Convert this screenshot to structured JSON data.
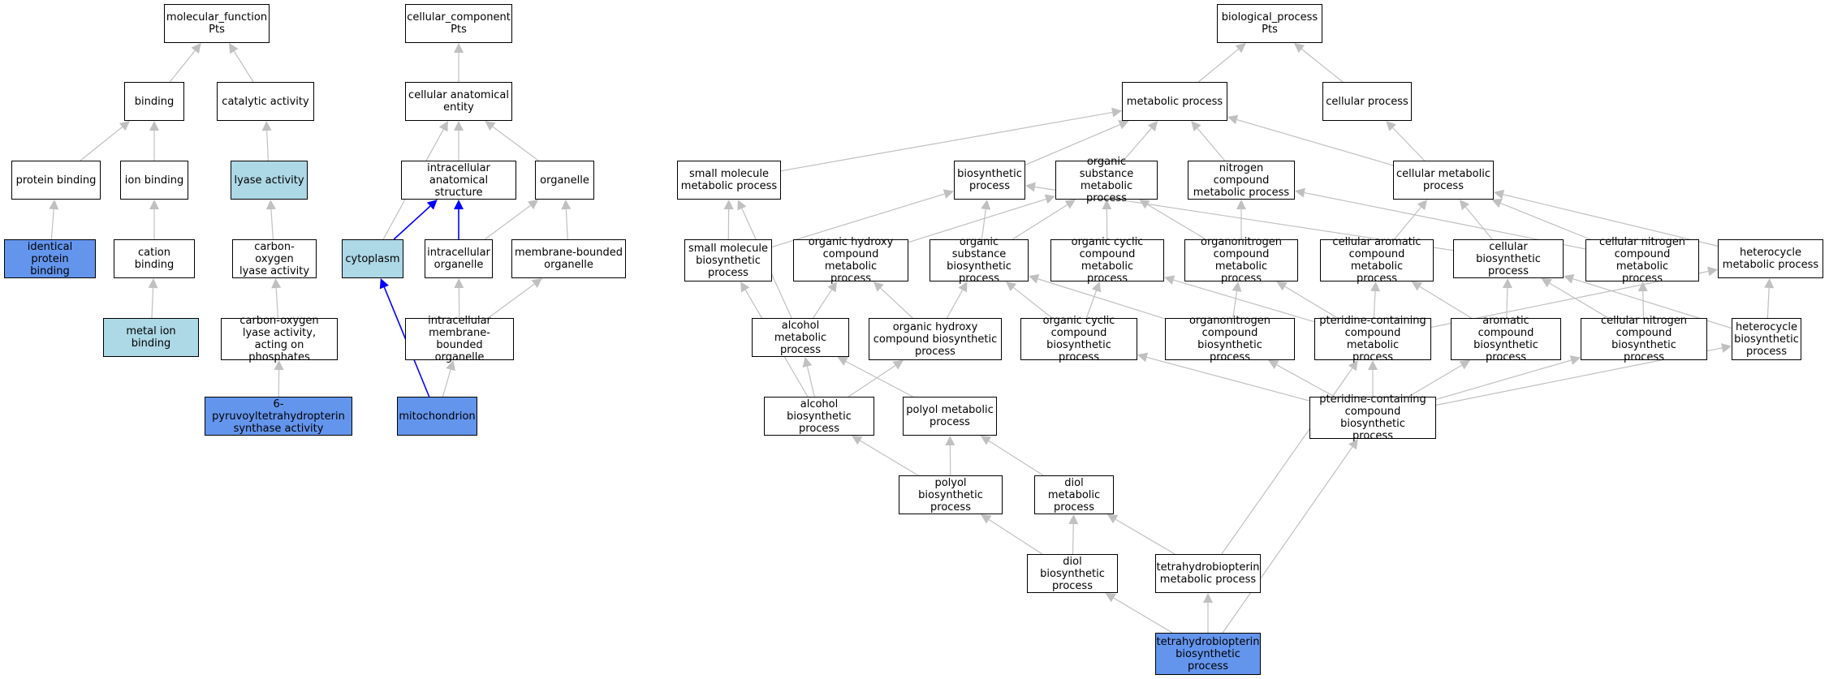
{
  "colors": {
    "node_default": "#ffffff",
    "node_highlight": "#add8e6",
    "node_annotated": "#6495ed",
    "edge_default": "#c0c0c0",
    "edge_highlight": "#0000ff"
  },
  "nodes": [
    {
      "id": "mf",
      "label": "molecular_function\nPts",
      "style": "default"
    },
    {
      "id": "cc",
      "label": "cellular_component\nPts",
      "style": "default"
    },
    {
      "id": "bp",
      "label": "biological_process\nPts",
      "style": "default"
    },
    {
      "id": "binding",
      "label": "binding",
      "style": "default"
    },
    {
      "id": "catalytic",
      "label": "catalytic activity",
      "style": "default"
    },
    {
      "id": "cae",
      "label": "cellular anatomical\nentity",
      "style": "default"
    },
    {
      "id": "metproc",
      "label": "metabolic process",
      "style": "default"
    },
    {
      "id": "cellproc",
      "label": "cellular process",
      "style": "default"
    },
    {
      "id": "protbind",
      "label": "protein binding",
      "style": "default"
    },
    {
      "id": "ionbind",
      "label": "ion binding",
      "style": "default"
    },
    {
      "id": "lyase",
      "label": "lyase activity",
      "style": "highlight"
    },
    {
      "id": "ias",
      "label": "intracellular\nanatomical structure",
      "style": "default"
    },
    {
      "id": "organelle",
      "label": "organelle",
      "style": "default"
    },
    {
      "id": "smmp",
      "label": "small molecule\nmetabolic process",
      "style": "default"
    },
    {
      "id": "biosyn",
      "label": "biosynthetic\nprocess",
      "style": "default"
    },
    {
      "id": "osmp",
      "label": "organic substance\nmetabolic process",
      "style": "default"
    },
    {
      "id": "ncmp",
      "label": "nitrogen compound\nmetabolic process",
      "style": "default"
    },
    {
      "id": "cmp",
      "label": "cellular metabolic\nprocess",
      "style": "default"
    },
    {
      "id": "idprot",
      "label": "identical protein\nbinding",
      "style": "annotated"
    },
    {
      "id": "catbind",
      "label": "cation binding",
      "style": "default"
    },
    {
      "id": "colyase",
      "label": "carbon-oxygen\nlyase activity",
      "style": "default"
    },
    {
      "id": "cytoplasm",
      "label": "cytoplasm",
      "style": "highlight"
    },
    {
      "id": "icorg",
      "label": "intracellular\norganelle",
      "style": "default"
    },
    {
      "id": "mborg",
      "label": "membrane-bounded\norganelle",
      "style": "default"
    },
    {
      "id": "smbp",
      "label": "small molecule\nbiosynthetic\nprocess",
      "style": "default"
    },
    {
      "id": "ohcmp",
      "label": "organic hydroxy\ncompound metabolic\nprocess",
      "style": "default"
    },
    {
      "id": "osbp",
      "label": "organic substance\nbiosynthetic\nprocess",
      "style": "default"
    },
    {
      "id": "occmp",
      "label": "organic cyclic\ncompound metabolic\nprocess",
      "style": "default"
    },
    {
      "id": "onmp",
      "label": "organonitrogen\ncompound metabolic\nprocess",
      "style": "default"
    },
    {
      "id": "cacmp",
      "label": "cellular aromatic\ncompound metabolic\nprocess",
      "style": "default"
    },
    {
      "id": "cbp",
      "label": "cellular biosynthetic\nprocess",
      "style": "default"
    },
    {
      "id": "cncmp",
      "label": "cellular nitrogen\ncompound metabolic\nprocess",
      "style": "default"
    },
    {
      "id": "hmp",
      "label": "heterocycle\nmetabolic process",
      "style": "default"
    },
    {
      "id": "mib",
      "label": "metal ion binding",
      "style": "highlight"
    },
    {
      "id": "colyase2",
      "label": "carbon-oxygen\nlyase activity,\nacting on phosphates",
      "style": "default"
    },
    {
      "id": "imbo",
      "label": "intracellular\nmembrane-bounded\norganelle",
      "style": "default"
    },
    {
      "id": "almp",
      "label": "alcohol metabolic\nprocess",
      "style": "default"
    },
    {
      "id": "ohcbp",
      "label": "organic hydroxy\ncompound biosynthetic\nprocess",
      "style": "default"
    },
    {
      "id": "occbp",
      "label": "organic cyclic\ncompound biosynthetic\nprocess",
      "style": "default"
    },
    {
      "id": "onbp",
      "label": "organonitrogen\ncompound biosynthetic\nprocess",
      "style": "default"
    },
    {
      "id": "ptcmp",
      "label": "pteridine-containing\ncompound metabolic\nprocess",
      "style": "default"
    },
    {
      "id": "acbp",
      "label": "aromatic compound\nbiosynthetic\nprocess",
      "style": "default"
    },
    {
      "id": "cncbp",
      "label": "cellular nitrogen\ncompound biosynthetic\nprocess",
      "style": "default"
    },
    {
      "id": "hbp",
      "label": "heterocycle\nbiosynthetic\nprocess",
      "style": "default"
    },
    {
      "id": "ptps",
      "label": "6-pyruvoyltetrahydropterin\nsynthase activity",
      "style": "annotated"
    },
    {
      "id": "mito",
      "label": "mitochondrion",
      "style": "annotated"
    },
    {
      "id": "albp",
      "label": "alcohol biosynthetic\nprocess",
      "style": "default"
    },
    {
      "id": "polmp",
      "label": "polyol metabolic\nprocess",
      "style": "default"
    },
    {
      "id": "ptcbp",
      "label": "pteridine-containing\ncompound biosynthetic\nprocess",
      "style": "default"
    },
    {
      "id": "polbp",
      "label": "polyol biosynthetic\nprocess",
      "style": "default"
    },
    {
      "id": "diolmp",
      "label": "diol metabolic\nprocess",
      "style": "default"
    },
    {
      "id": "diolbp",
      "label": "diol biosynthetic\nprocess",
      "style": "default"
    },
    {
      "id": "thbmp",
      "label": "tetrahydrobiopterin\nmetabolic process",
      "style": "default"
    },
    {
      "id": "thbbp",
      "label": "tetrahydrobiopterin\nbiosynthetic\nprocess",
      "style": "annotated"
    }
  ],
  "edges": [
    {
      "from": "binding",
      "to": "mf",
      "style": "default"
    },
    {
      "from": "catalytic",
      "to": "mf",
      "style": "default"
    },
    {
      "from": "protbind",
      "to": "binding",
      "style": "default"
    },
    {
      "from": "ionbind",
      "to": "binding",
      "style": "default"
    },
    {
      "from": "lyase",
      "to": "catalytic",
      "style": "default"
    },
    {
      "from": "idprot",
      "to": "protbind",
      "style": "default"
    },
    {
      "from": "catbind",
      "to": "ionbind",
      "style": "default"
    },
    {
      "from": "colyase",
      "to": "lyase",
      "style": "default"
    },
    {
      "from": "mib",
      "to": "catbind",
      "style": "default"
    },
    {
      "from": "colyase2",
      "to": "colyase",
      "style": "default"
    },
    {
      "from": "ptps",
      "to": "colyase2",
      "style": "default"
    },
    {
      "from": "cae",
      "to": "cc",
      "style": "default"
    },
    {
      "from": "ias",
      "to": "cae",
      "style": "default"
    },
    {
      "from": "organelle",
      "to": "cae",
      "style": "default"
    },
    {
      "from": "cytoplasm",
      "to": "cae",
      "style": "default"
    },
    {
      "from": "cytoplasm",
      "to": "ias",
      "style": "highlight"
    },
    {
      "from": "icorg",
      "to": "ias",
      "style": "highlight"
    },
    {
      "from": "icorg",
      "to": "organelle",
      "style": "default"
    },
    {
      "from": "mborg",
      "to": "organelle",
      "style": "default"
    },
    {
      "from": "imbo",
      "to": "icorg",
      "style": "default"
    },
    {
      "from": "imbo",
      "to": "mborg",
      "style": "default"
    },
    {
      "from": "mito",
      "to": "imbo",
      "style": "default"
    },
    {
      "from": "mito",
      "to": "cytoplasm",
      "style": "highlight"
    },
    {
      "from": "metproc",
      "to": "bp",
      "style": "default"
    },
    {
      "from": "cellproc",
      "to": "bp",
      "style": "default"
    },
    {
      "from": "smmp",
      "to": "metproc",
      "style": "default"
    },
    {
      "from": "biosyn",
      "to": "metproc",
      "style": "default"
    },
    {
      "from": "osmp",
      "to": "metproc",
      "style": "default"
    },
    {
      "from": "ncmp",
      "to": "metproc",
      "style": "default"
    },
    {
      "from": "cmp",
      "to": "metproc",
      "style": "default"
    },
    {
      "from": "cmp",
      "to": "cellproc",
      "style": "default"
    },
    {
      "from": "smbp",
      "to": "smmp",
      "style": "default"
    },
    {
      "from": "smbp",
      "to": "biosyn",
      "style": "default"
    },
    {
      "from": "ohcmp",
      "to": "osmp",
      "style": "default"
    },
    {
      "from": "osbp",
      "to": "biosyn",
      "style": "default"
    },
    {
      "from": "osbp",
      "to": "osmp",
      "style": "default"
    },
    {
      "from": "occmp",
      "to": "osmp",
      "style": "default"
    },
    {
      "from": "onmp",
      "to": "osmp",
      "style": "default"
    },
    {
      "from": "onmp",
      "to": "ncmp",
      "style": "default"
    },
    {
      "from": "cacmp",
      "to": "cmp",
      "style": "default"
    },
    {
      "from": "cbp",
      "to": "biosyn",
      "style": "default"
    },
    {
      "from": "cbp",
      "to": "cmp",
      "style": "default"
    },
    {
      "from": "cncmp",
      "to": "ncmp",
      "style": "default"
    },
    {
      "from": "cncmp",
      "to": "cmp",
      "style": "default"
    },
    {
      "from": "hmp",
      "to": "cmp",
      "style": "default"
    },
    {
      "from": "almp",
      "to": "smmp",
      "style": "default"
    },
    {
      "from": "almp",
      "to": "ohcmp",
      "style": "default"
    },
    {
      "from": "ohcbp",
      "to": "ohcmp",
      "style": "default"
    },
    {
      "from": "ohcbp",
      "to": "osbp",
      "style": "default"
    },
    {
      "from": "occbp",
      "to": "occmp",
      "style": "default"
    },
    {
      "from": "occbp",
      "to": "osbp",
      "style": "default"
    },
    {
      "from": "onbp",
      "to": "onmp",
      "style": "default"
    },
    {
      "from": "onbp",
      "to": "osbp",
      "style": "default"
    },
    {
      "from": "ptcmp",
      "to": "occmp",
      "style": "default"
    },
    {
      "from": "ptcmp",
      "to": "onmp",
      "style": "default"
    },
    {
      "from": "ptcmp",
      "to": "hmp",
      "style": "default"
    },
    {
      "from": "ptcmp",
      "to": "cacmp",
      "style": "default"
    },
    {
      "from": "acbp",
      "to": "cacmp",
      "style": "default"
    },
    {
      "from": "acbp",
      "to": "cbp",
      "style": "default"
    },
    {
      "from": "cncbp",
      "to": "cncmp",
      "style": "default"
    },
    {
      "from": "cncbp",
      "to": "cbp",
      "style": "default"
    },
    {
      "from": "hbp",
      "to": "hmp",
      "style": "default"
    },
    {
      "from": "hbp",
      "to": "cbp",
      "style": "default"
    },
    {
      "from": "albp",
      "to": "almp",
      "style": "default"
    },
    {
      "from": "albp",
      "to": "smbp",
      "style": "default"
    },
    {
      "from": "albp",
      "to": "ohcbp",
      "style": "default"
    },
    {
      "from": "polmp",
      "to": "almp",
      "style": "default"
    },
    {
      "from": "ptcbp",
      "to": "ptcmp",
      "style": "default"
    },
    {
      "from": "ptcbp",
      "to": "occbp",
      "style": "default"
    },
    {
      "from": "ptcbp",
      "to": "onbp",
      "style": "default"
    },
    {
      "from": "ptcbp",
      "to": "acbp",
      "style": "default"
    },
    {
      "from": "ptcbp",
      "to": "cncbp",
      "style": "default"
    },
    {
      "from": "ptcbp",
      "to": "hbp",
      "style": "default"
    },
    {
      "from": "polbp",
      "to": "albp",
      "style": "default"
    },
    {
      "from": "polbp",
      "to": "polmp",
      "style": "default"
    },
    {
      "from": "diolmp",
      "to": "polmp",
      "style": "default"
    },
    {
      "from": "diolbp",
      "to": "polbp",
      "style": "default"
    },
    {
      "from": "diolbp",
      "to": "diolmp",
      "style": "default"
    },
    {
      "from": "thbmp",
      "to": "diolmp",
      "style": "default"
    },
    {
      "from": "thbmp",
      "to": "ptcmp",
      "style": "default"
    },
    {
      "from": "thbbp",
      "to": "diolbp",
      "style": "default"
    },
    {
      "from": "thbbp",
      "to": "thbmp",
      "style": "default"
    },
    {
      "from": "thbbp",
      "to": "ptcbp",
      "style": "default"
    }
  ]
}
